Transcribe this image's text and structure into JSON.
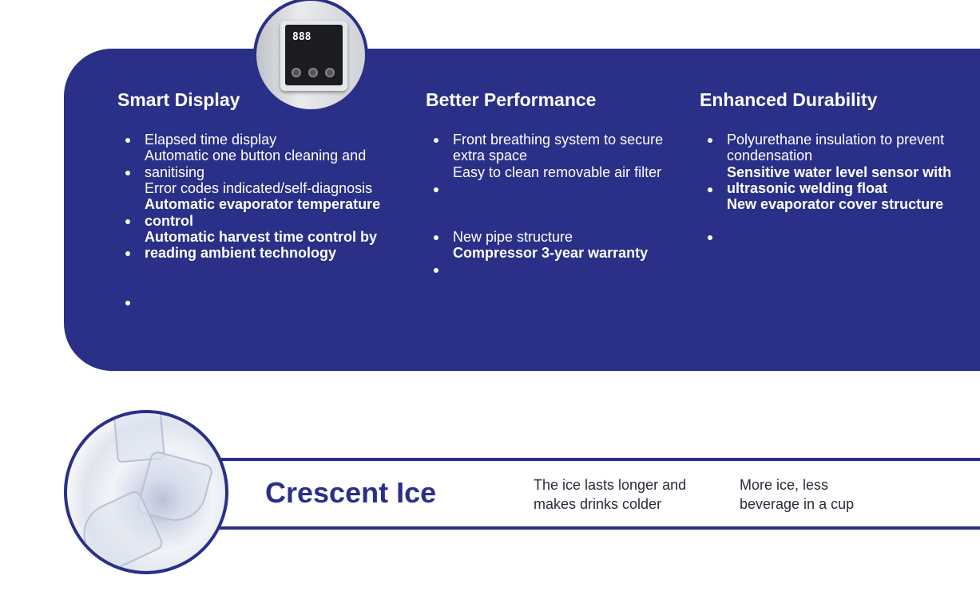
{
  "features": [
    {
      "heading": "Smart Display",
      "lines": [
        "Elapsed time display",
        "Automatic one button cleaning and",
        "sanitising",
        "Error codes indicated/self-diagnosis",
        "Automatic evaporator temperature",
        "control",
        "Automatic harvest time control by",
        "reading ambient technology"
      ]
    },
    {
      "heading": "Better Performance",
      "lines": [
        "Front breathing system to secure",
        "extra space",
        "Easy to clean removable air filter",
        "New pipe structure",
        "Compressor 3-year warranty"
      ]
    },
    {
      "heading": "Enhanced Durability",
      "lines": [
        "Polyurethane insulation to prevent",
        "condensation",
        "Sensitive water level sensor with",
        "ultrasonic welding float",
        "New evaporator cover structure"
      ]
    }
  ],
  "control_panel": {
    "display": "888"
  },
  "ice": {
    "title": "Crescent Ice",
    "benefits": [
      "The ice lasts longer and makes drinks colder",
      "More ice, less beverage in a cup"
    ]
  },
  "colors": {
    "brand": "#2a2f88"
  }
}
